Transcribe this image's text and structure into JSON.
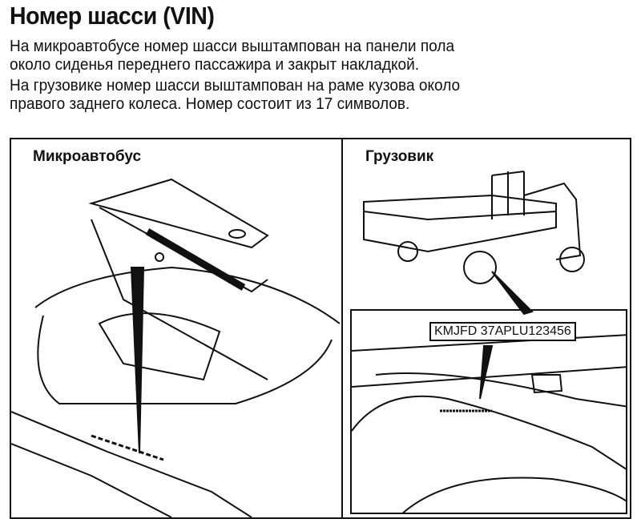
{
  "title": "Номер шасси (VIN)",
  "paragraphs": [
    "На микроавтобусе номер шасси выштампован на панели пола",
    "около сиденья переднего пассажира и закрыт накладкой.",
    "На грузовике номер шасси выштампован на раме кузова около",
    "правого заднего колеса. Номер состоит из 17 символов."
  ],
  "figure": {
    "left_label": "Микроавтобус",
    "right_label": "Грузовик",
    "vin_example": "KMJFD 37APLU123456"
  }
}
